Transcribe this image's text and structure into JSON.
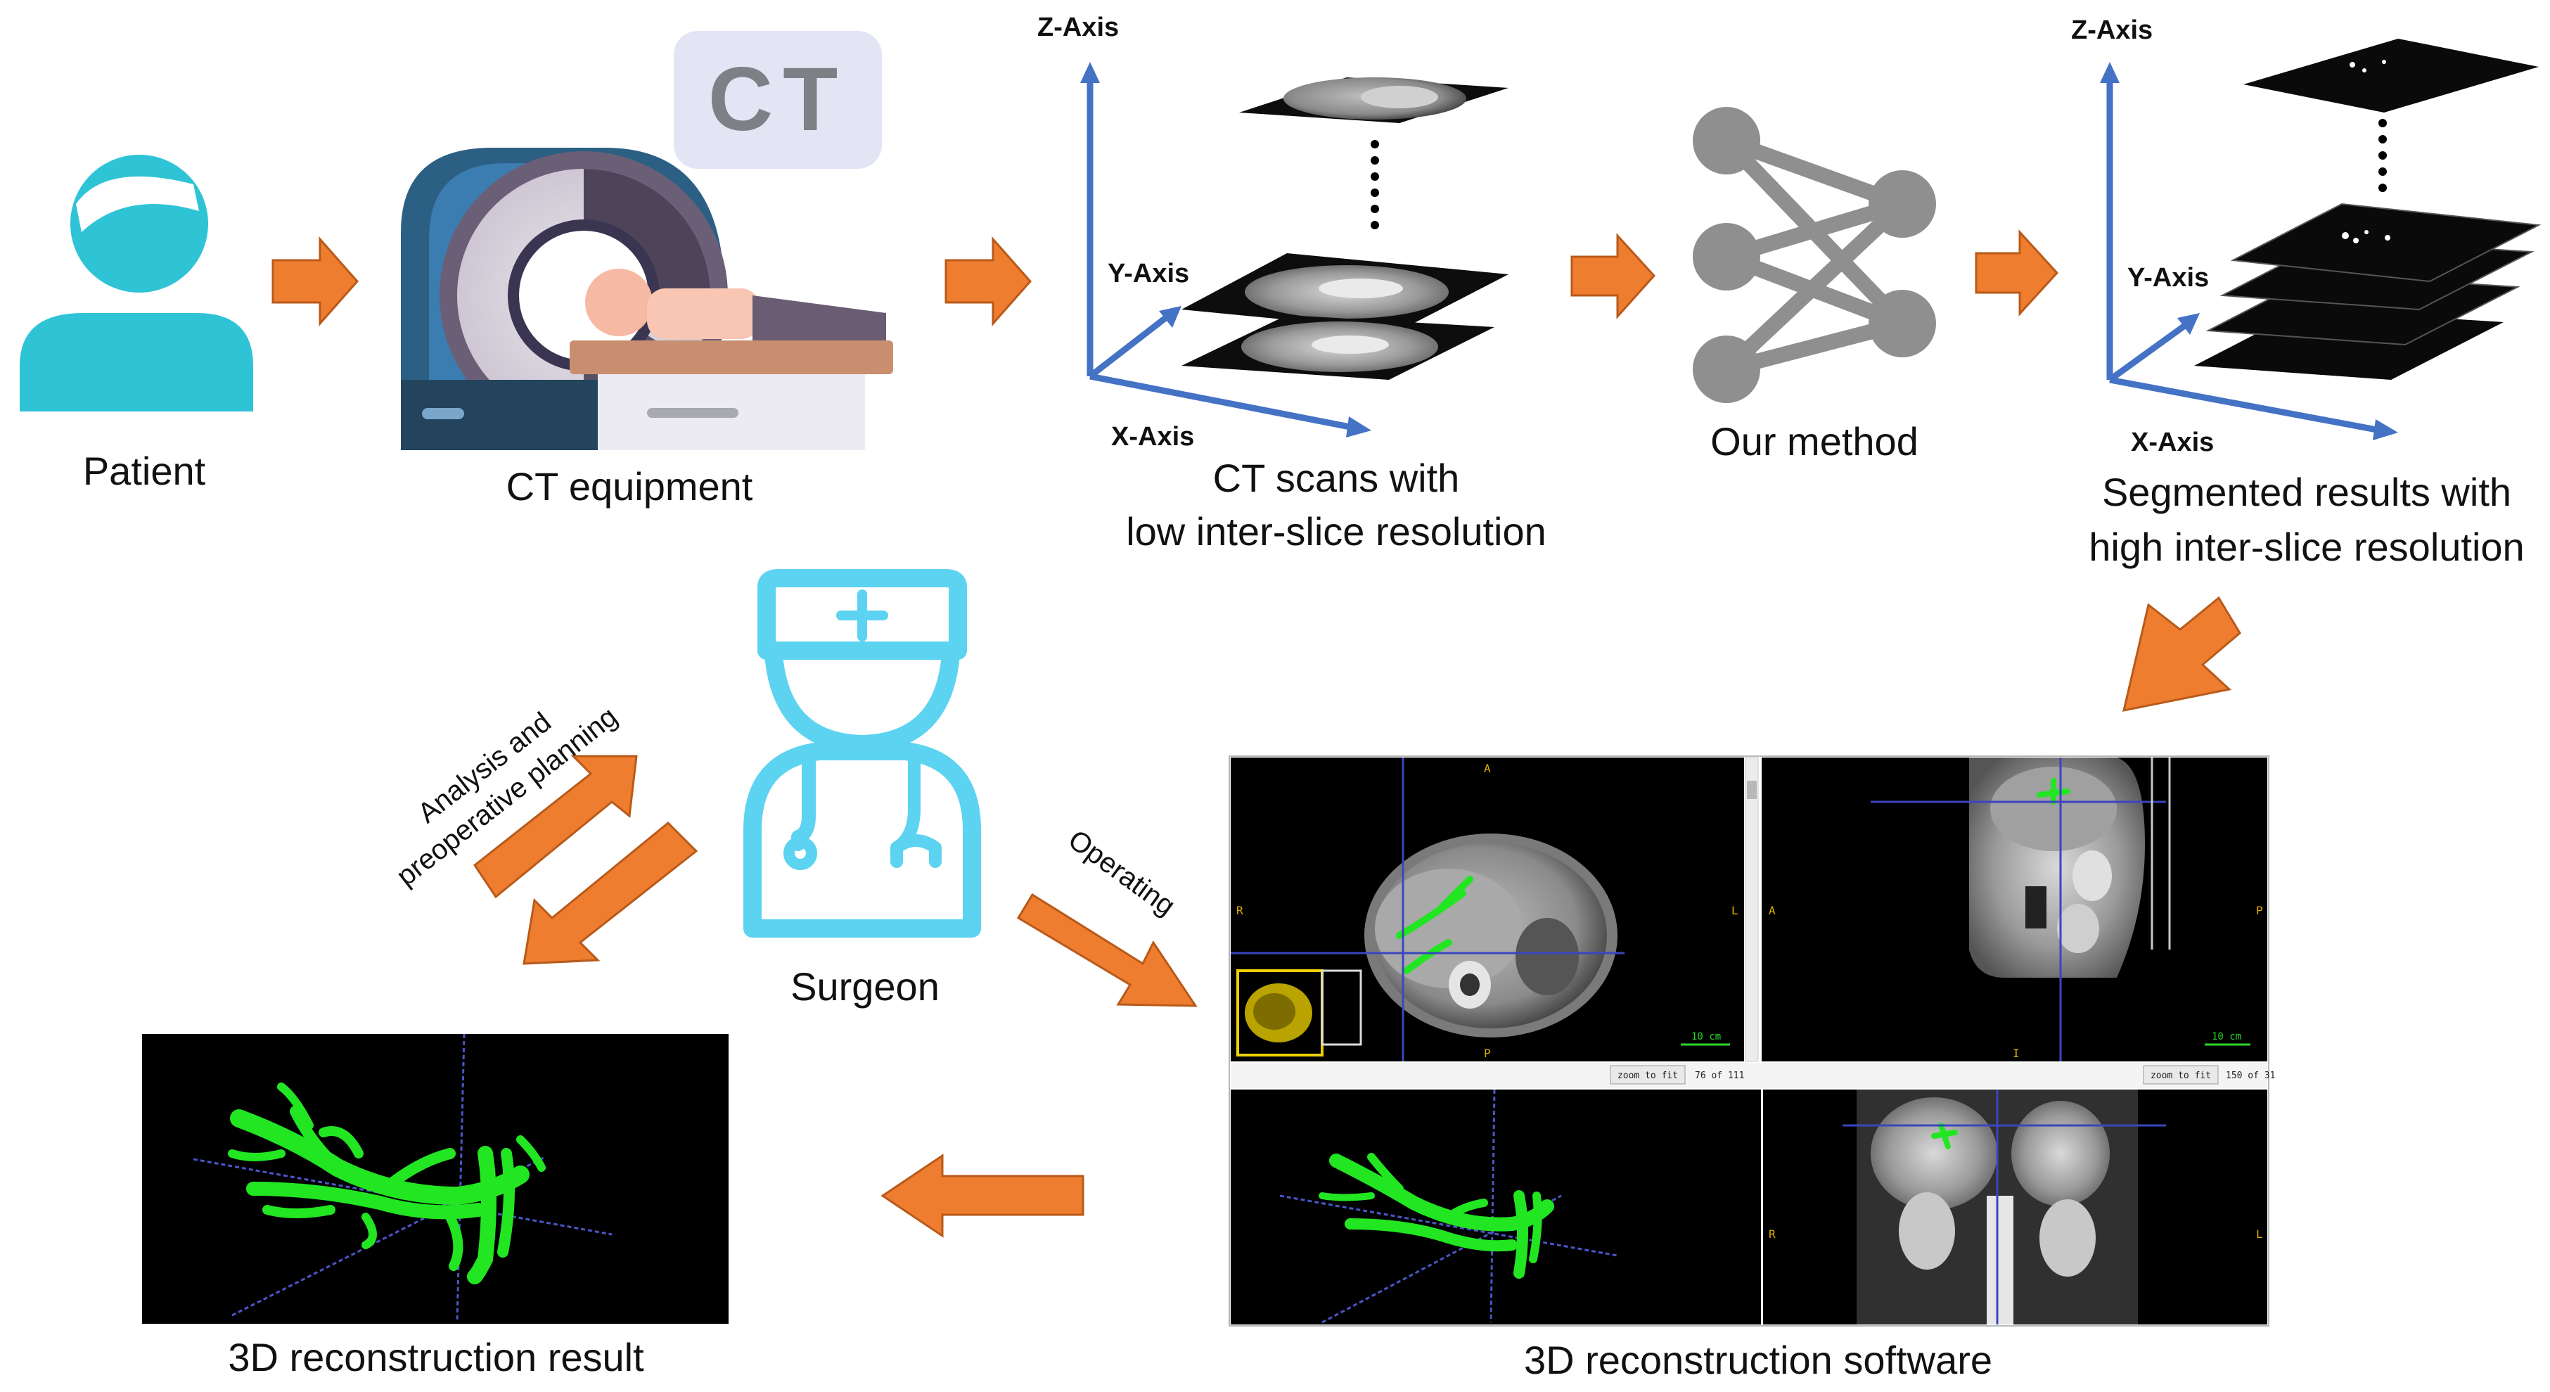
{
  "labels": {
    "patient": "Patient",
    "ct_equipment": "CT equipment",
    "ct_badge": "CT",
    "ct_scans_line1": "CT scans with",
    "ct_scans_line2": "low inter-slice resolution",
    "our_method": "Our method",
    "segmented_line1": "Segmented results with",
    "segmented_line2": "high inter-slice resolution",
    "surgeon": "Surgeon",
    "analysis_line1": "Analysis and",
    "analysis_line2": "preoperative planning",
    "operating": "Operating",
    "reconstruction_result": "3D reconstruction result",
    "reconstruction_software": "3D reconstruction software"
  },
  "axes": {
    "z": "Z-Axis",
    "y": "Y-Axis",
    "x": "X-Axis"
  },
  "viewer": {
    "orient_a": "A",
    "orient_p": "P",
    "orient_r": "R",
    "orient_l": "L",
    "orient_i": "I",
    "zoom_btn": "zoom to fit",
    "slice_count_left": "76 of 111",
    "slice_count_right": "150 of 31",
    "scale_label": "10 cm"
  },
  "colors": {
    "arrow": "#ef7d2f",
    "arrow_edge": "#b85a1a",
    "axis": "#4472c4",
    "patient": "#2fc3d6",
    "surgeon": "#5cd3f0",
    "network": "#8f8f8f",
    "vessel": "#22e622"
  }
}
